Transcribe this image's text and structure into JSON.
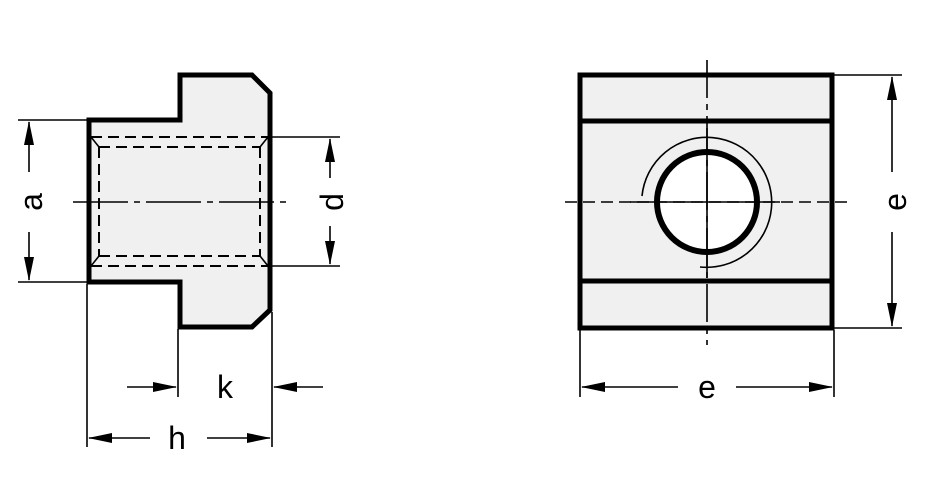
{
  "diagram": {
    "subject": "T-slot nut technical drawing",
    "colors": {
      "fill": "#f0f0f0",
      "line": "#000000",
      "background": "#ffffff"
    },
    "side_view": {
      "labels": {
        "a": "a",
        "d": "d",
        "k": "k",
        "h": "h"
      }
    },
    "front_view": {
      "labels": {
        "e_vertical": "e",
        "e_horizontal": "e"
      }
    }
  }
}
